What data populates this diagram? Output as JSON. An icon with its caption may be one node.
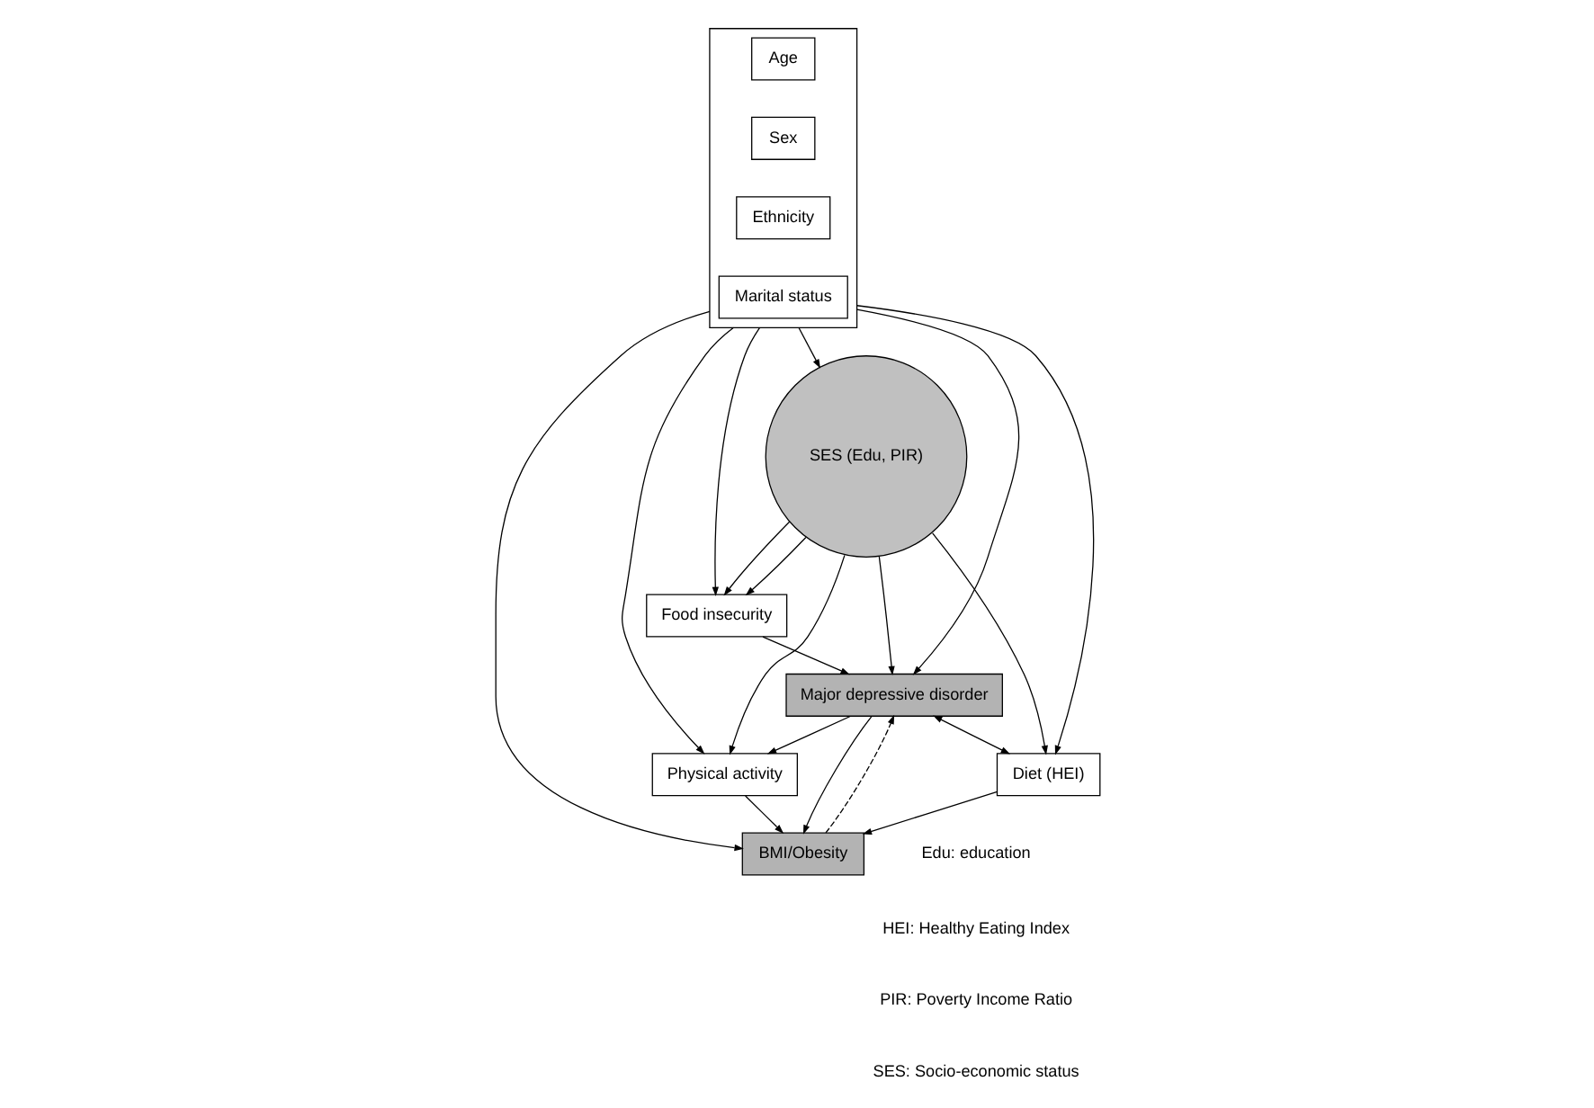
{
  "diagram": {
    "nodes": [
      {
        "text": [],
        "shape": "box"
      },
      {
        "text": [
          "Age"
        ],
        "in": 0
      },
      {
        "text": [
          "Sex"
        ],
        "in": 0
      },
      {
        "text": [
          "Ethnicity"
        ],
        "in": 0
      },
      {
        "text": [
          "Marital status"
        ],
        "in": 0
      },
      {
        "text": [
          "SES (Edu, PIR)"
        ]
      },
      {
        "text": [
          "Food insecurity"
        ]
      },
      {
        "text": [
          "Major depressive disorder"
        ]
      },
      {
        "text": [
          "Physical activity"
        ]
      },
      {
        "text": [
          "Diet (HEI)"
        ]
      },
      {
        "text": [
          "BMI/Obesity"
        ]
      }
    ],
    "edges": [
      {
        "from": 0,
        "to": 5,
        "arrow": "to"
      },
      {
        "from": 0,
        "to": 9,
        "arrow": "to"
      },
      {
        "from": 5,
        "to": 9,
        "arrow": "to"
      },
      {
        "from": 5,
        "to": 8,
        "arrow": "to"
      },
      {
        "from": 5,
        "to": 6,
        "arrow": "to"
      },
      {
        "from": 5,
        "to": 6,
        "arrow": "to"
      },
      {
        "from": 5,
        "to": 7,
        "arrow": "to"
      },
      {
        "from": 0,
        "to": 6,
        "arrow": "to"
      },
      {
        "from": 0,
        "to": 7,
        "arrow": "to"
      },
      {
        "from": 6,
        "to": 7,
        "arrow": "to"
      },
      {
        "from": 0,
        "to": 8,
        "arrow": "to"
      },
      {
        "from": 7,
        "to": 8,
        "arrow": "to"
      },
      {
        "from": 7,
        "to": 9,
        "arrow": "both"
      },
      {
        "from": 7,
        "to": 10,
        "arrow": "to"
      },
      {
        "from": 10,
        "to": 7,
        "arrow": "to",
        "style": "dashed"
      },
      {
        "from": 8,
        "to": 10,
        "arrow": "to"
      },
      {
        "from": 9,
        "to": 10,
        "arrow": "to"
      },
      {
        "from": 0,
        "to": 10,
        "arrow": "to"
      }
    ],
    "labels": [
      "Edu: education",
      "HEI: Healthy Eating Index",
      "PIR: Poverty Income Ratio",
      "SES: Socio-economic status"
    ]
  }
}
